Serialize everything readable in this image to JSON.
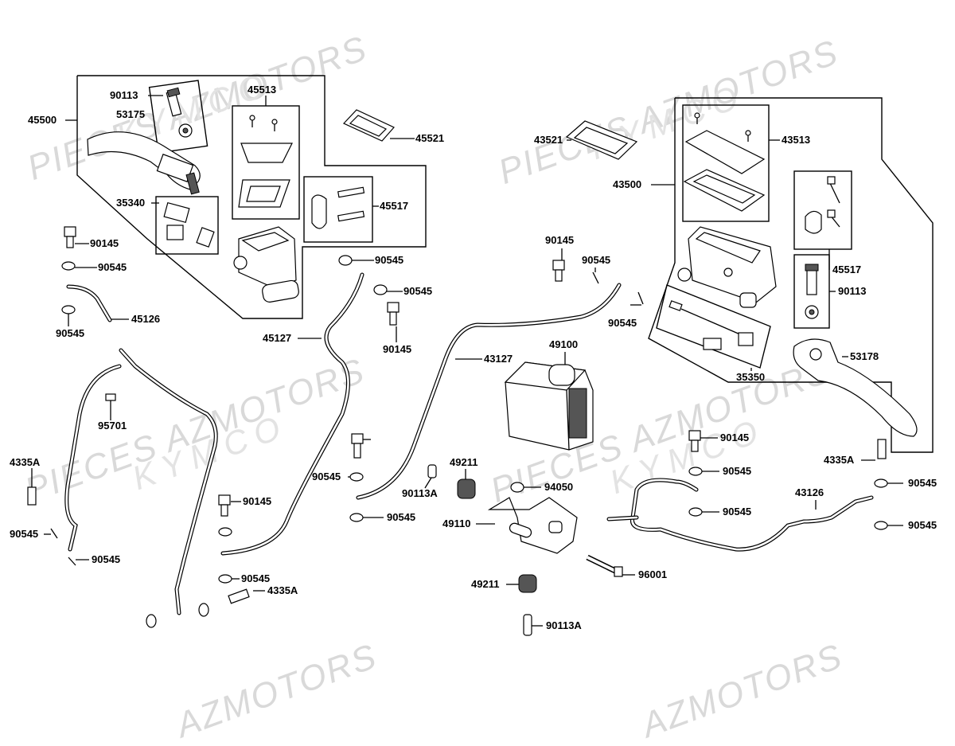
{
  "watermarks": [
    "PIECES AZMOTORS",
    "KYMCO",
    "PIECES AZMOTORS",
    "KYMCO",
    "PIECES AZMOTORS",
    "KYMCO",
    "PIECES AZMOTORS",
    "KYMCO",
    "AZMOTORS",
    "AZMOTORS"
  ],
  "labels": [
    "45500",
    "90113",
    "53175",
    "45513",
    "45521",
    "35340",
    "45517",
    "90145",
    "90545",
    "90545",
    "45126",
    "45127",
    "90545",
    "90545",
    "90145",
    "95701",
    "4335A",
    "90545",
    "90545",
    "90145",
    "90545",
    "4335A",
    "43521",
    "43513",
    "43500",
    "45517",
    "90113",
    "35350",
    "53178",
    "90145",
    "90545",
    "90545",
    "43127",
    "49100",
    "90545",
    "90113A",
    "49211",
    "90545",
    "94050",
    "49110",
    "49211",
    "96001",
    "90113A",
    "90145",
    "90545",
    "90545",
    "43126",
    "4335A",
    "90545",
    "90545"
  ]
}
